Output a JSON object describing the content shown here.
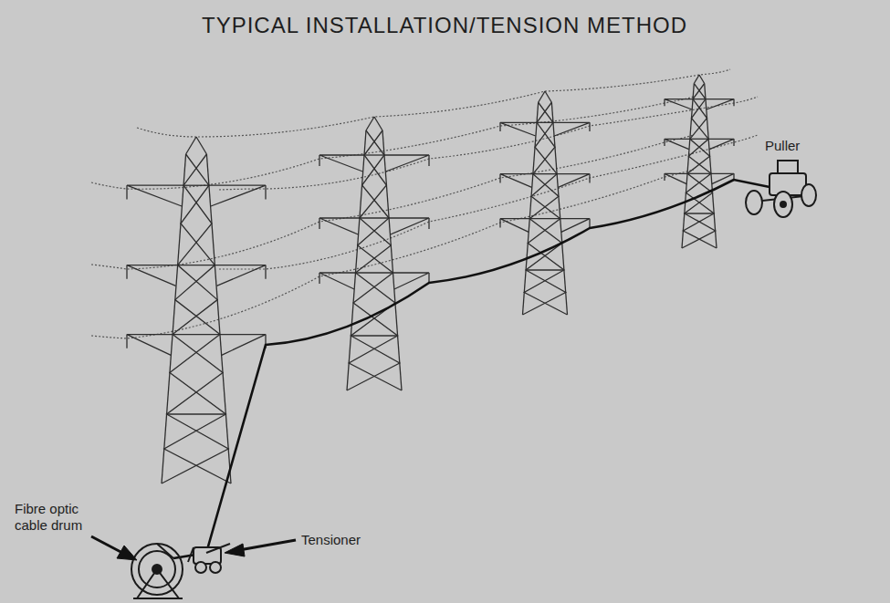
{
  "diagram": {
    "title": "TYPICAL INSTALLATION/TENSION METHOD",
    "labels": [
      "Puller",
      "Fibre optic cable drum",
      "Tensioner"
    ]
  }
}
